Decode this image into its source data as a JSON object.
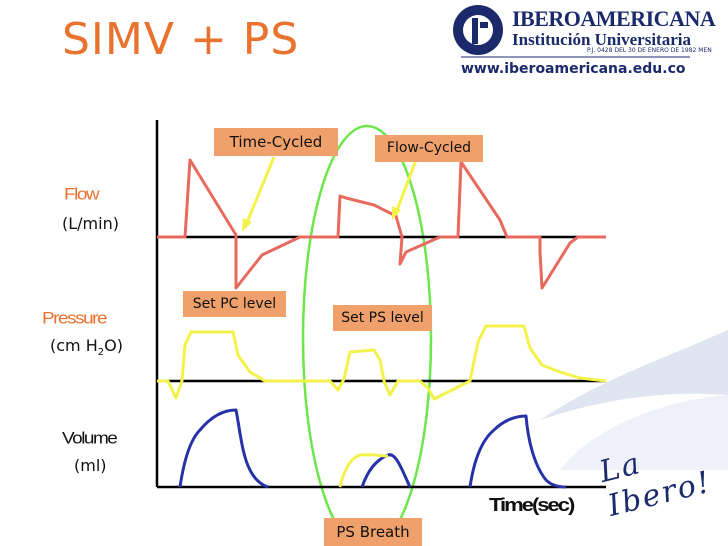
{
  "slide": {
    "title": "SIMV + PS"
  },
  "brand": {
    "name": "IBEROAMERICANA",
    "subtitle": "Institución Universitaria",
    "legal_note": "P.J. 0428 DEL 30 DE ENERO DE 1982 MEN",
    "website": "www.iberoamericana.edu.co",
    "slogan": "La Ibero!"
  },
  "diagram": {
    "y_labels": {
      "flow": "Flow",
      "flow_unit": "(L/min)",
      "pressure": "Pressure",
      "pressure_unit_prefix": "(cm H",
      "pressure_unit_sub": "2",
      "pressure_unit_suffix": "O)",
      "volume": "Volume",
      "volume_unit": "(ml)"
    },
    "x_label": "Time(sec)",
    "callouts": {
      "time_cycled": "Time-Cycled",
      "flow_cycled": "Flow-Cycled",
      "set_pc_level": "Set PC level",
      "set_ps_level": "Set PS level",
      "ps_breath": "PS Breath"
    },
    "colors": {
      "flow": "#e86a5f",
      "pressure": "#f4f24a",
      "volume": "#2632a8",
      "ps_highlight": "#6ce64a",
      "callout_fill": "#f0a06a",
      "title": "#e8722e",
      "brand": "#1b2a6b",
      "axis": "#000000"
    }
  }
}
